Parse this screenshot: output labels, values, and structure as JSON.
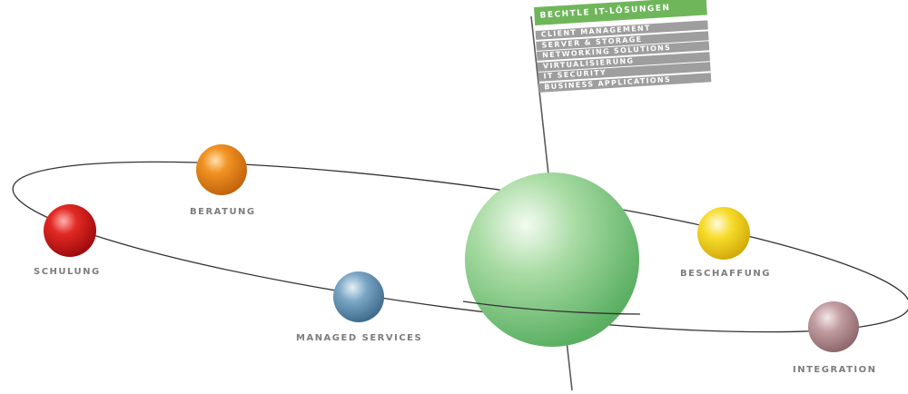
{
  "flag": {
    "title": "BECHTLE IT-LÖSUNGEN",
    "items": [
      "CLIENT MANAGEMENT",
      "SERVER & STORAGE",
      "NETWORKING SOLUTIONS",
      "VIRTUALISIERUNG",
      "IT SECURITY",
      "BUSINESS APPLICATIONS"
    ]
  },
  "nodes": {
    "schulung": "SCHULUNG",
    "beratung": "BERATUNG",
    "managed_services": "MANAGED SERVICES",
    "beschaffung": "BESCHAFFUNG",
    "integration": "INTEGRATION"
  },
  "colors": {
    "schulung": "#d8161b",
    "beratung": "#ef8a1a",
    "managed_services": "#5e8fb3",
    "beschaffung": "#f5d31c",
    "integration": "#b88d92",
    "center": "#86c98a",
    "flag_head": "#6fb65a",
    "flag_item": "#9e9e9e",
    "label": "#7d7d7d"
  }
}
